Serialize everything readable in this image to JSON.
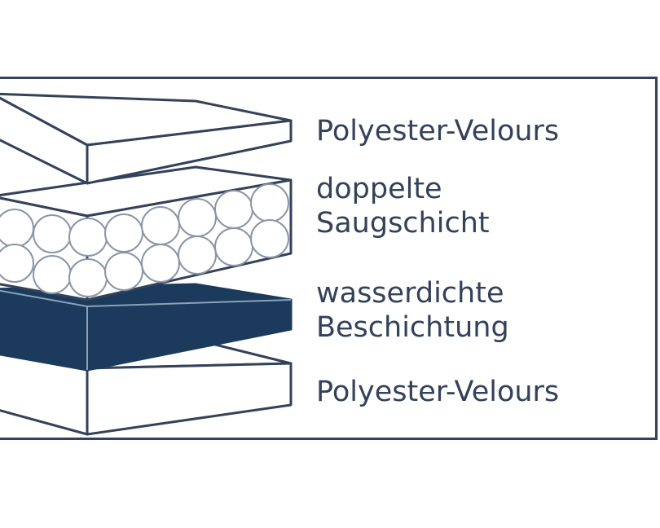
{
  "diagram": {
    "colors": {
      "stroke": "#33425a",
      "fill": "#ffffff",
      "dark_layer": "#1b3a5c",
      "text": "#33425a"
    },
    "layers": [
      {
        "id": "top-velour",
        "lines": [
          "Polyester-Velours"
        ]
      },
      {
        "id": "absorbent",
        "lines": [
          "doppelte",
          "Saugschicht"
        ]
      },
      {
        "id": "waterproof",
        "lines": [
          "wasserdichte",
          "Beschichtung"
        ]
      },
      {
        "id": "bottom-velour",
        "lines": [
          "Polyester-Velours"
        ]
      }
    ]
  }
}
